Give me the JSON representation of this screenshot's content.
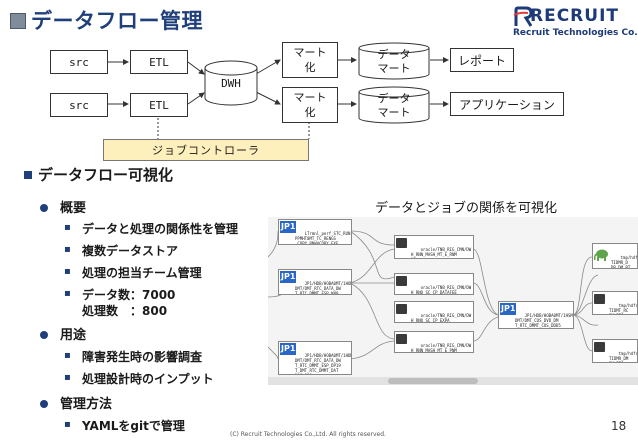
{
  "header": {
    "title": "データフロー管理",
    "logo_text": "RECRUIT",
    "logo_sub": "Recruit Technologies Co.,Ltd."
  },
  "diagram": {
    "src_top": "src",
    "src_bottom": "src",
    "etl_top": "ETL",
    "etl_bottom": "ETL",
    "dwh": "DWH",
    "mart_top": "マート\n化",
    "mart_bottom": "マート\n化",
    "datamart_top": "データ\nマート",
    "datamart_bottom": "データ\nマート",
    "report": "レポート",
    "application": "アプリケーション",
    "job_controller": "ジョブコントローラ"
  },
  "section": {
    "heading": "データフロー可視化",
    "caption": "データとジョブの関係を可視化",
    "groups": [
      {
        "label": "概要",
        "items": [
          "データと処理の関係性を管理",
          "複数データストア",
          "処理の担当チーム管理",
          "データ数：7000",
          "処理数　：800"
        ]
      },
      {
        "label": "用途",
        "items": [
          "障害発生時の影響調査",
          "処理設計時のインプット"
        ]
      },
      {
        "label": "管理方法",
        "items": [
          "YAMLをgitで管理"
        ]
      }
    ]
  },
  "screenshot": {
    "jp1_label": "JP1",
    "nodes": [
      "LTrmnl_perf_STC_RUN\nPPMHT0MT_TC_RENGS\n_COPY_RNWVCOPY_EXE\nRNAL_DATA_RNN1",
      "oracle/TNB_RIG_CMN/DW\nH_RNN_MASH_MT_E_RNM\nUS",
      "JP1/HDB/HOBA0MT/1HOM\nDMT/DMT_RTC_DATA_DW\nT_RTC_DMMT_ESP_KN0",
      "oracle/TNB_RIG_CMN/DW\nH_RNO_SC_CP_DATAFEE\nD_NAYOSE",
      "JP1/HDB/HOBA0MT/1HSM\nDMT/DMT_CUS_DVD_DM\nT_RTC_DMMT_CUS_DDD5",
      "oracle/TNB_RIG_CMN/DW\nH_RNO_SC_CP_EXPA\nNSION",
      "JP1/HDB/HOBA0MT/1HDM\nDMT/DMT_RTC_DATA_DW\nT_RTC_DMMT_ESP_DP19\nT_DMT_RTC_DMMT_DAT\nNAS_010",
      "oracle/TNB_RIG_CMN/DW\nH_RNN_MASH_MT_E_PNM\nBRAND",
      "tmp/hdfs/\nTIDMR_D\nDB_DM_RT",
      "tmp/hdfs/\nTIDMT_RC\nDM_RTC",
      "tmp/hdfs/\nTIDMR_DM\nDM_RTC"
    ]
  },
  "footer": {
    "copyright": "(C) Recruit Technologies Co.,Ltd. All rights reserved.",
    "page_number": "18"
  },
  "colors": {
    "title": "#1f3f7a",
    "job_controller_fill": "#fdf0bd",
    "accent": "#1f3f7a"
  }
}
